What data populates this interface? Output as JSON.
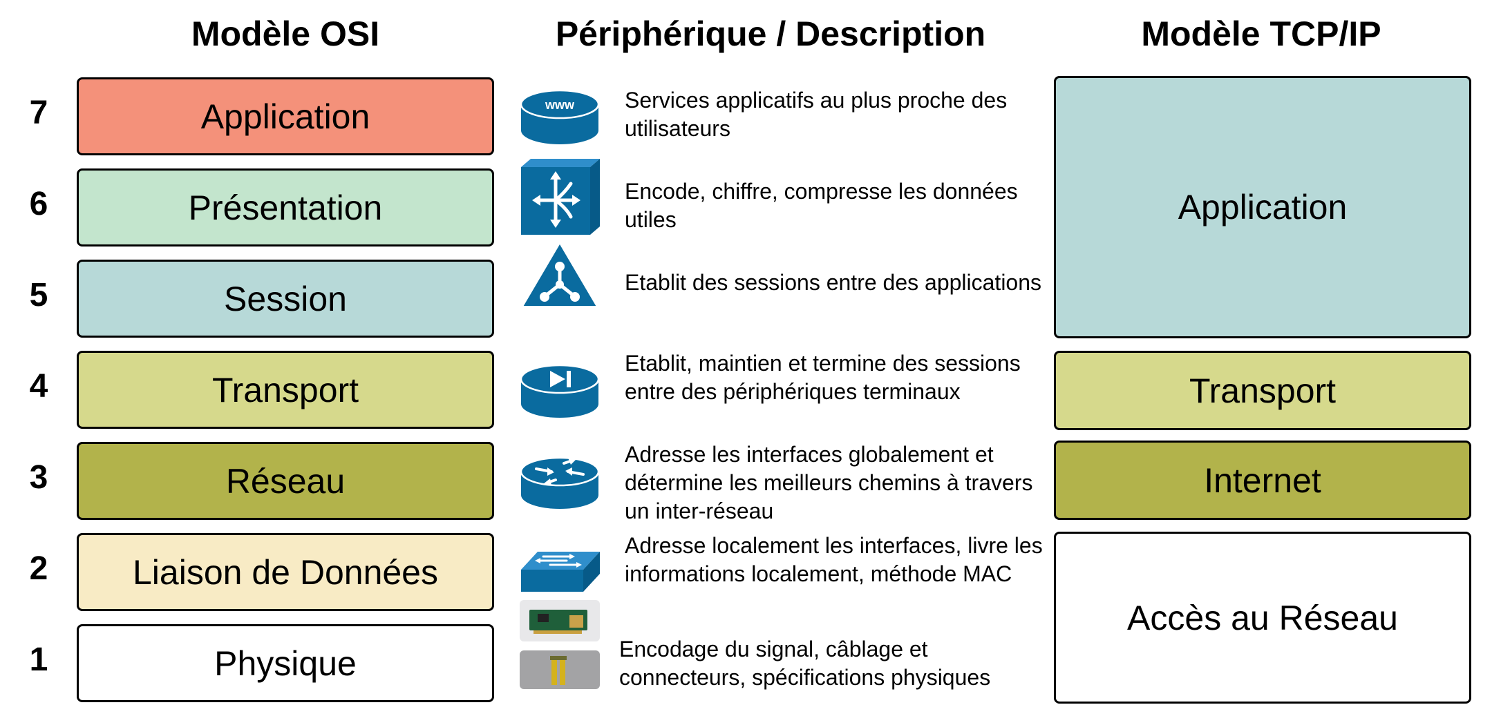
{
  "headers": {
    "osi": "Modèle OSI",
    "devices": "Périphérique / Description",
    "tcpip": "Modèle TCP/IP"
  },
  "osi_layers": [
    {
      "number": "7",
      "name": "Application",
      "color": "#f4917a",
      "description": "Services applicatifs au plus proche des utilisateurs",
      "icon": "www-server-icon"
    },
    {
      "number": "6",
      "name": "Présentation",
      "color": "#c3e5cd",
      "description": "Encode, chiffre, compresse les données utiles",
      "icon": "multilayer-switch-icon"
    },
    {
      "number": "5",
      "name": "Session",
      "color": "#b7d9d8",
      "description": "Etablit des sessions entre des applications",
      "icon": "content-services-icon"
    },
    {
      "number": "4",
      "name": "Transport",
      "color": "#d6d98c",
      "description": "Etablit, maintien et termine des sessions entre des périphériques terminaux",
      "icon": "transport-device-icon"
    },
    {
      "number": "3",
      "name": "Réseau",
      "color": "#b2b34b",
      "description": "Adresse les interfaces globalement et détermine les meilleurs chemins à travers un inter-réseau",
      "icon": "router-icon"
    },
    {
      "number": "2",
      "name": "Liaison de Données",
      "color": "#f8ebc5",
      "description": "Adresse localement les interfaces, livre les informations localement, méthode MAC",
      "icon": "switch-icon"
    },
    {
      "number": "1",
      "name": "Physique",
      "color": "#ffffff",
      "description": "Encodage du signal, câblage et connecteurs, spécifications physiques",
      "icon": "cable-connectors-icon"
    }
  ],
  "tcpip_layers": [
    {
      "name": "Application",
      "color": "#b7d9d8"
    },
    {
      "name": "Transport",
      "color": "#d6d98c"
    },
    {
      "name": "Internet",
      "color": "#b2b34b"
    },
    {
      "name": "Accès au Réseau",
      "color": "#ffffff"
    }
  ],
  "icon_colors": {
    "primary": "#0a6b9f",
    "light": "#ffffff"
  }
}
